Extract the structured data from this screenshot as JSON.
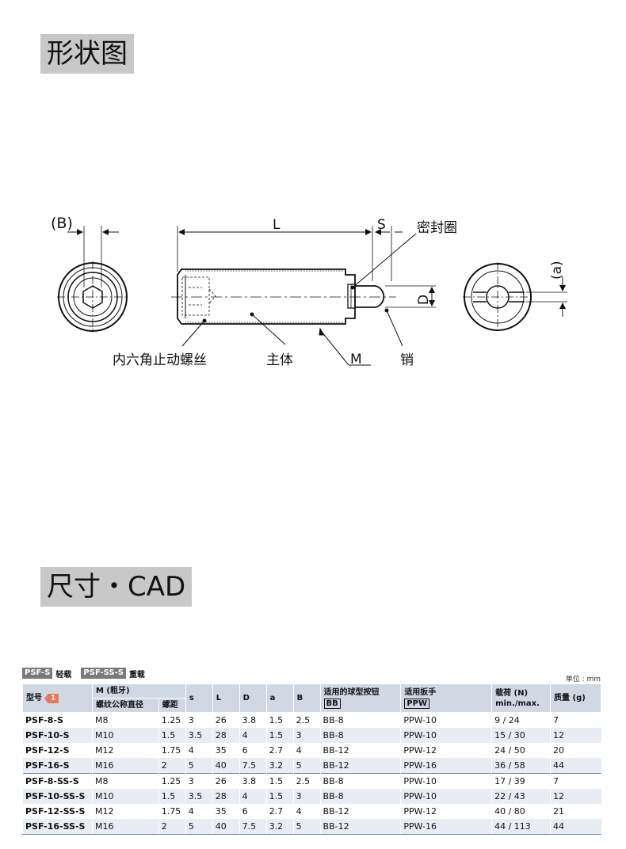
{
  "section_titles": {
    "shape": "形状图",
    "dimensions": "尺寸・CAD"
  },
  "drawing_labels": {
    "B": "(B)",
    "L": "L",
    "S": "S",
    "seal": "密封圈",
    "a": "(a)",
    "D": "D",
    "hex_set_screw": "内六角止动螺丝",
    "body": "主体",
    "M": "M",
    "pin": "销"
  },
  "variants": [
    {
      "tag": "PSF-S",
      "text": "轻载"
    },
    {
      "tag": "PSF-SS-S",
      "text": "重载"
    }
  ],
  "unit": "单位 : mm",
  "table": {
    "headers": {
      "model": "型号",
      "model_badge": "1",
      "m": "M (粗牙)",
      "m_dia": "螺纹公称直径",
      "m_pitch": "螺距",
      "s": "s",
      "L": "L",
      "D": "D",
      "a": "a",
      "B": "B",
      "ball_plunger": "适用的球型按钮",
      "ball_plunger_code": "BB",
      "wrench": "适用扳手",
      "wrench_code": "PPW",
      "load": "载荷 (N)",
      "load_sub": "min./max.",
      "mass": "质量 (g)"
    },
    "rows": [
      {
        "model": "PSF-8-S",
        "m": "M8",
        "pitch": "1.25",
        "s": "3",
        "L": "26",
        "D": "3.8",
        "a": "1.5",
        "B": "2.5",
        "bb": "BB-8",
        "ppw": "PPW-10",
        "load": "9 /  24",
        "mass": "7"
      },
      {
        "model": "PSF-10-S",
        "m": "M10",
        "pitch": "1.5",
        "s": "3.5",
        "L": "28",
        "D": "4",
        "a": "1.5",
        "B": "3",
        "bb": "BB-8",
        "ppw": "PPW-10",
        "load": "15 /  30",
        "mass": "12"
      },
      {
        "model": "PSF-12-S",
        "m": "M12",
        "pitch": "1.75",
        "s": "4",
        "L": "35",
        "D": "6",
        "a": "2.7",
        "B": "4",
        "bb": "BB-12",
        "ppw": "PPW-12",
        "load": "24 /  50",
        "mass": "20"
      },
      {
        "model": "PSF-16-S",
        "m": "M16",
        "pitch": "2",
        "s": "5",
        "L": "40",
        "D": "7.5",
        "a": "3.2",
        "B": "5",
        "bb": "BB-12",
        "ppw": "PPW-16",
        "load": "36 /  58",
        "mass": "44"
      },
      {
        "model": "PSF-8-SS-S",
        "m": "M8",
        "pitch": "1.25",
        "s": "3",
        "L": "26",
        "D": "3.8",
        "a": "1.5",
        "B": "2.5",
        "bb": "BB-8",
        "ppw": "PPW-10",
        "load": "17 /  39",
        "mass": "7"
      },
      {
        "model": "PSF-10-SS-S",
        "m": "M10",
        "pitch": "1.5",
        "s": "3.5",
        "L": "28",
        "D": "4",
        "a": "1.5",
        "B": "3",
        "bb": "BB-8",
        "ppw": "PPW-10",
        "load": "22 /  43",
        "mass": "12"
      },
      {
        "model": "PSF-12-SS-S",
        "m": "M12",
        "pitch": "1.75",
        "s": "4",
        "L": "35",
        "D": "6",
        "a": "2.7",
        "B": "4",
        "bb": "BB-12",
        "ppw": "PPW-12",
        "load": "40 /  80",
        "mass": "21"
      },
      {
        "model": "PSF-16-SS-S",
        "m": "M16",
        "pitch": "2",
        "s": "5",
        "L": "40",
        "D": "7.5",
        "a": "3.2",
        "B": "5",
        "bb": "BB-12",
        "ppw": "PPW-16",
        "load": "44 / 113",
        "mass": "44"
      }
    ]
  }
}
